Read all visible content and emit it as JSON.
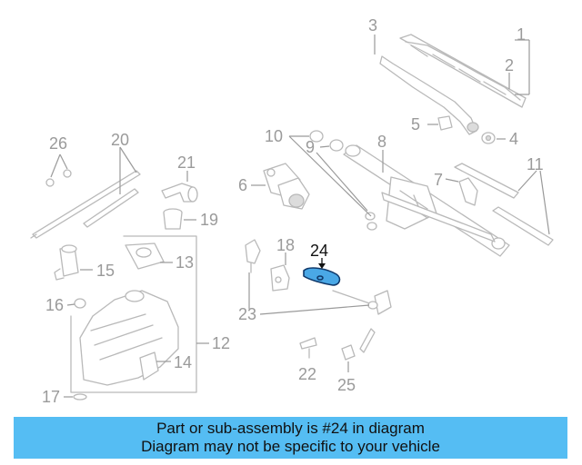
{
  "diagram": {
    "callouts": {
      "c1": "1",
      "c2": "2",
      "c3": "3",
      "c4": "4",
      "c5": "5",
      "c6": "6",
      "c7": "7",
      "c8": "8",
      "c9": "9",
      "c10": "10",
      "c11": "11",
      "c12": "12",
      "c13": "13",
      "c14": "14",
      "c15": "15",
      "c16": "16",
      "c17": "17",
      "c18": "18",
      "c19": "19",
      "c20": "20",
      "c21": "21",
      "c22": "22",
      "c23": "23",
      "c24": "24",
      "c25": "25",
      "c26": "26"
    },
    "highlighted_part": "24",
    "colors": {
      "highlight_fill": "#4aa8e6",
      "highlight_stroke": "#10396b",
      "linework": "#b9b9b9",
      "labels": "#9a9a9a"
    }
  },
  "banner": {
    "line1": "Part or sub-assembly is #24 in diagram",
    "line2": "Diagram may not be specific to your vehicle",
    "background": "#55bdf3"
  }
}
